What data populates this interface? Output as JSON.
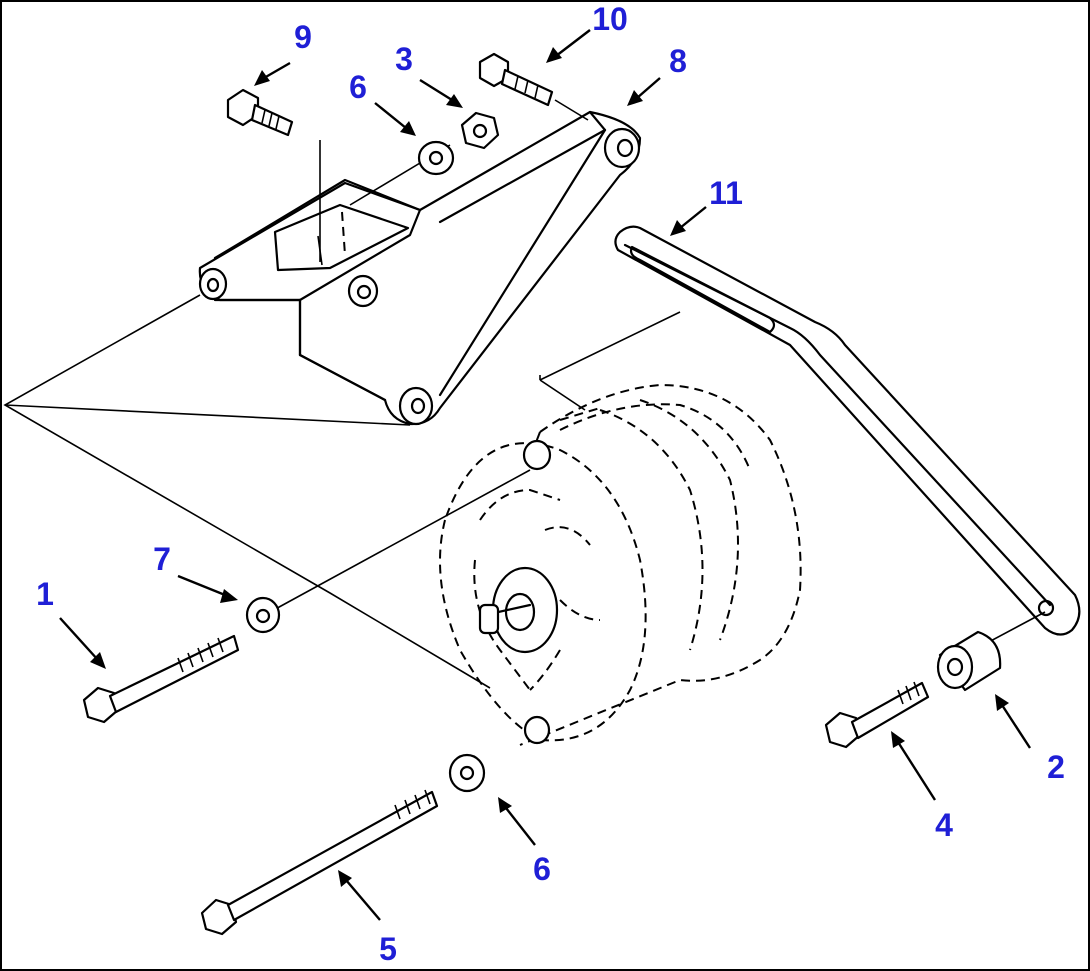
{
  "callout_color": "#1f1fd6",
  "callouts": [
    {
      "id": "1",
      "label": "1"
    },
    {
      "id": "2",
      "label": "2"
    },
    {
      "id": "3",
      "label": "3"
    },
    {
      "id": "4",
      "label": "4"
    },
    {
      "id": "5",
      "label": "5"
    },
    {
      "id": "6a",
      "label": "6"
    },
    {
      "id": "6b",
      "label": "6"
    },
    {
      "id": "7",
      "label": "7"
    },
    {
      "id": "8",
      "label": "8"
    },
    {
      "id": "9",
      "label": "9"
    },
    {
      "id": "10",
      "label": "10"
    },
    {
      "id": "11",
      "label": "11"
    }
  ]
}
